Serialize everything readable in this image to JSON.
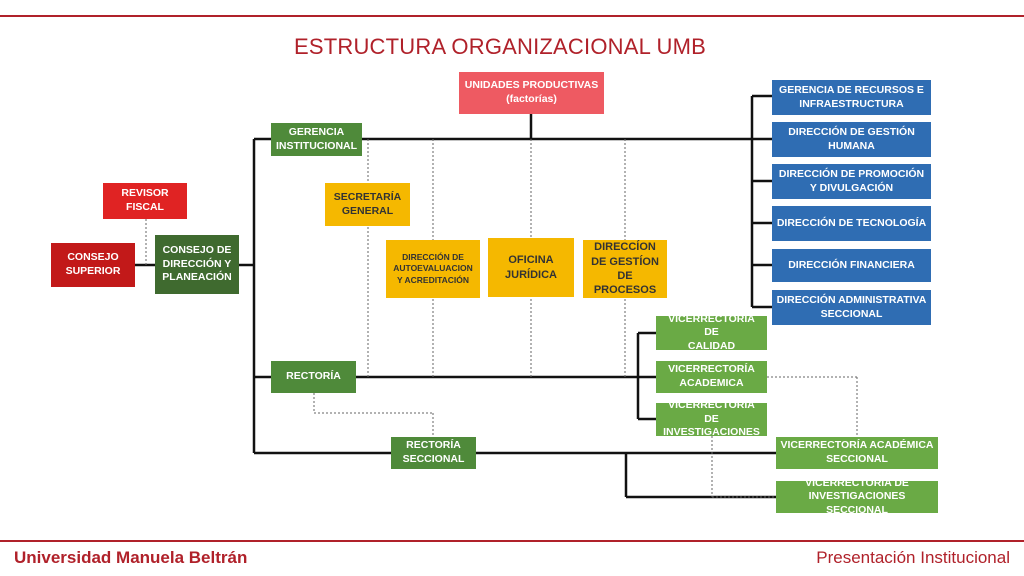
{
  "title": "ESTRUCTURA ORGANIZACIONAL UMB",
  "footer": {
    "left": "Universidad Manuela Beltrán",
    "right": "Presentación Institucional"
  },
  "boxes": {
    "unidades": "UNIDADES PRODUCTIVAS\n(factorías)",
    "gerencia_inst": "GERENCIA\nINSTITUCIONAL",
    "revisor": "REVISOR\nFISCAL",
    "consejo_sup": "CONSEJO\nSUPERIOR",
    "consejo_dir": "CONSEJO DE\nDIRECCIÓN Y\nPLANEACIÓN",
    "secretaria": "SECRETARÍA\nGENERAL",
    "autoeval": "DIRECCIÓN DE\nAUTOEVALUACION\nY ACREDITACIÓN",
    "juridica": "OFICINA\nJURÍDICA",
    "procesos": "DIRECCÍON\nDE GESTÍON\nDE PROCESOS",
    "rectoria": "RECTORÍA",
    "rectoria_sec": "RECTORÍA\nSECCIONAL",
    "vr_calidad": "VICERRECTORÍA DE\nCALIDAD",
    "vr_academica": "VICERRECTORÍA\nACADEMICA",
    "vr_invest": "VICERRECTORÍA DE\nINVESTIGACIONES",
    "vr_acad_sec": "VICERRECTORÍA ACADÉMICA\nSECCIONAL",
    "vr_inv_sec": "VICERRECTORÍA DE\nINVESTIGACIONES SECCIONAL",
    "ger_recursos": "GERENCIA DE RECURSOS E\nINFRAESTRUCTURA",
    "dir_humana": "DIRECCIÓN DE GESTIÓN\nHUMANA",
    "dir_promocion": "DIRECCIÓN DE PROMOCIÓN\nY DIVULGACIÓN",
    "dir_tecnologia": "DIRECCIÓN DE TECNOLOGÍA",
    "dir_financiera": "DIRECCIÓN FINANCIERA",
    "dir_admin": "DIRECCIÓN ADMINISTRATIVA\nSECCIONAL"
  }
}
